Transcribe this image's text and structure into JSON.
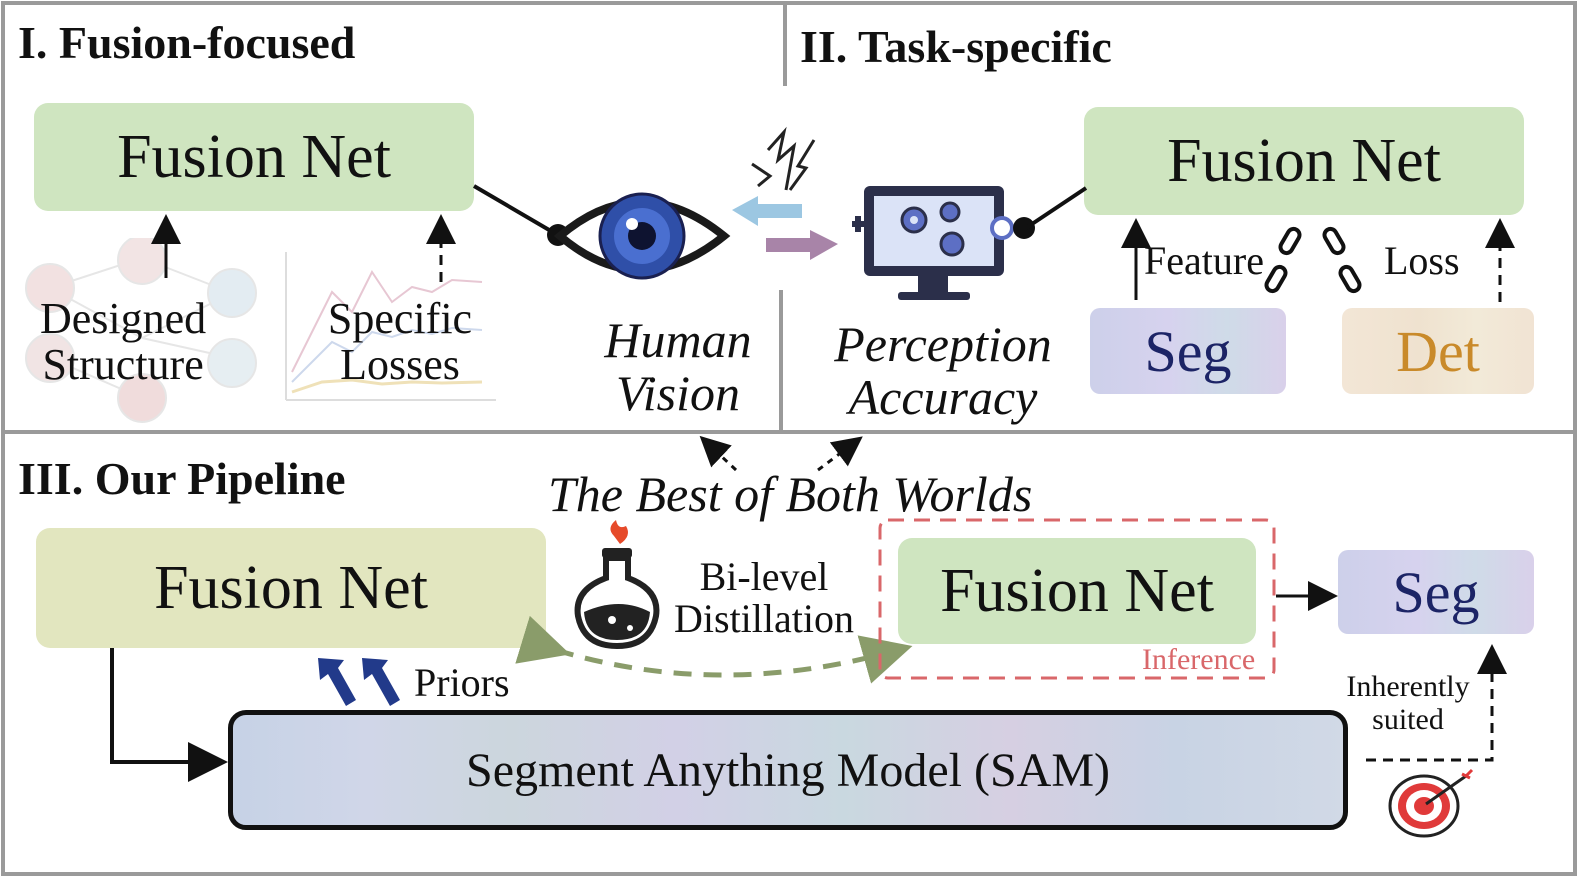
{
  "sections": {
    "fusion_focused": "I. Fusion-focused",
    "task_specific": "II. Task-specific",
    "pipeline": "III. Our Pipeline"
  },
  "fusion_focused": {
    "net_label": "Fusion Net",
    "designed_structure": "Designed Structure",
    "specific_losses": "Specific Losses"
  },
  "center": {
    "human_vision": "Human Vision",
    "perception_accuracy": "Perception Accuracy",
    "best_of_both": "The Best of Both Worlds"
  },
  "task_specific": {
    "net_label": "Fusion Net",
    "feature": "Feature",
    "loss": "Loss",
    "seg": "Seg",
    "det": "Det"
  },
  "pipeline": {
    "left_net": "Fusion Net",
    "right_net": "Fusion Net",
    "bilevel": "Bi-level Distillation",
    "inference": "Inference",
    "seg": "Seg",
    "priors": "Priors",
    "inherently_suited": "Inherently suited",
    "sam": "Segment Anything Model (SAM)"
  },
  "colors": {
    "green_box": "#cfe5c0",
    "olive_box": "#e2e6bf",
    "inference_red": "#d9676a",
    "priors_blue": "#223a8a",
    "det_orange": "#c98a2a",
    "seg_navy": "#1c2466",
    "distill_arrow": "#8a9c6a"
  },
  "icons": [
    "eye-icon",
    "monitor-gears-icon",
    "lightning-icon",
    "flask-icon",
    "target-icon",
    "broken-chain-icon"
  ]
}
